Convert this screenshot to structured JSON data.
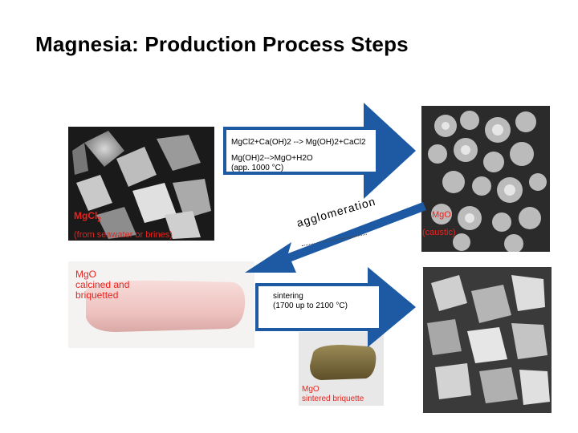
{
  "slide": {
    "title": "Magnesia: Production Process Steps"
  },
  "arrows": {
    "top_line1": "MgCl2+Ca(OH)2 --> Mg(OH)2+CaCl2",
    "top_line2": "Mg(OH)2-->MgO+H2O",
    "top_line3": "(app. 1000 °C)",
    "bottom_line1": "sintering",
    "bottom_line2": "(1700 up to 2100 °C)"
  },
  "labels": {
    "mgcl_main": "MgCl",
    "mgcl_sub": "2",
    "mgcl_source": "(from seawater or brines)",
    "mgo_caustic_1": "MgO",
    "mgo_caustic_2": "(caustic)",
    "mgo_calcined_1": "MgO",
    "mgo_calcined_2": "calcined and",
    "mgo_calcined_3": "briquetted",
    "agglomeration": "agglomeration",
    "sintered_1": "MgO",
    "sintered_2": "sintered briquette"
  },
  "colors": {
    "arrow_blue": "#1d5aa3",
    "label_red": "#e8231e",
    "briquette_pink": "#f1cbc8",
    "briquette_brown": "#7a6a3c"
  }
}
